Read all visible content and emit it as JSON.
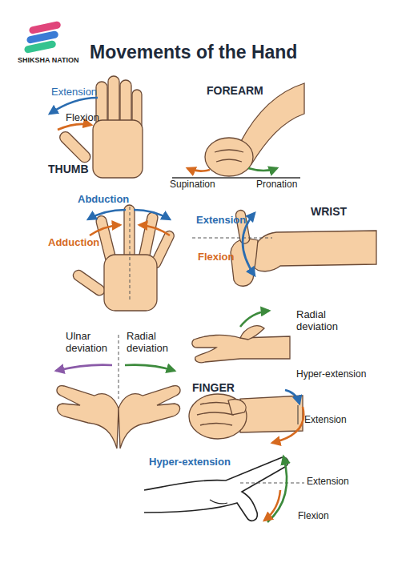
{
  "diagram": {
    "title": "Movements of the Hand",
    "labels": [
      "SHIKSHA NATION",
      "Extension",
      "Flexion",
      "THUMB",
      "FOREARM",
      "Supination",
      "Pronation",
      "Abduction",
      "Adduction",
      "Extension",
      "WRIST",
      "Flexion",
      "Radial deviation",
      "Ulnar deviation",
      "Radial deviation",
      "FINGER",
      "Hyper-extension",
      "Extension",
      "Hyper-extension",
      "Extension",
      "Flexion"
    ]
  }
}
